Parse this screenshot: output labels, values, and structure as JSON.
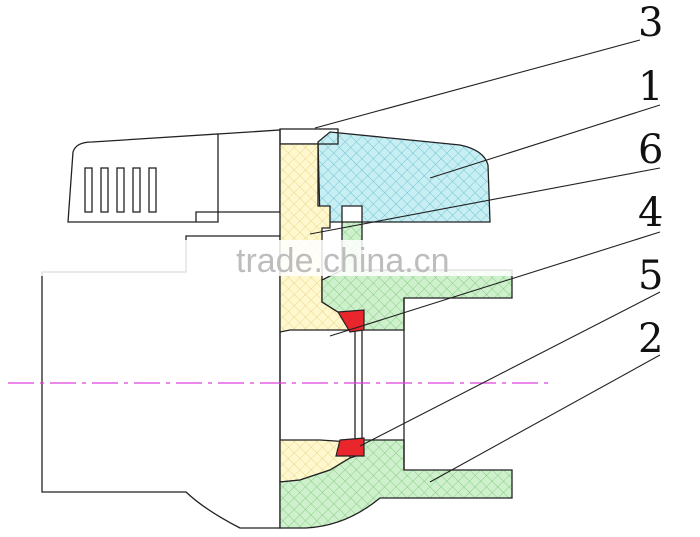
{
  "diagram": {
    "callouts": [
      {
        "id": "c3",
        "label": "3"
      },
      {
        "id": "c1",
        "label": "1"
      },
      {
        "id": "c6",
        "label": "6"
      },
      {
        "id": "c4",
        "label": "4"
      },
      {
        "id": "c5",
        "label": "5"
      },
      {
        "id": "c2",
        "label": "2"
      }
    ],
    "watermark": "trade.china.cn",
    "colors": {
      "outline": "#222222",
      "handle_fill": "#bfeaf0",
      "stem_fill": "#fff7c6",
      "body_fill": "#c9efc8",
      "seal_fill": "#e8262b",
      "centerline": "#e040e0"
    }
  }
}
